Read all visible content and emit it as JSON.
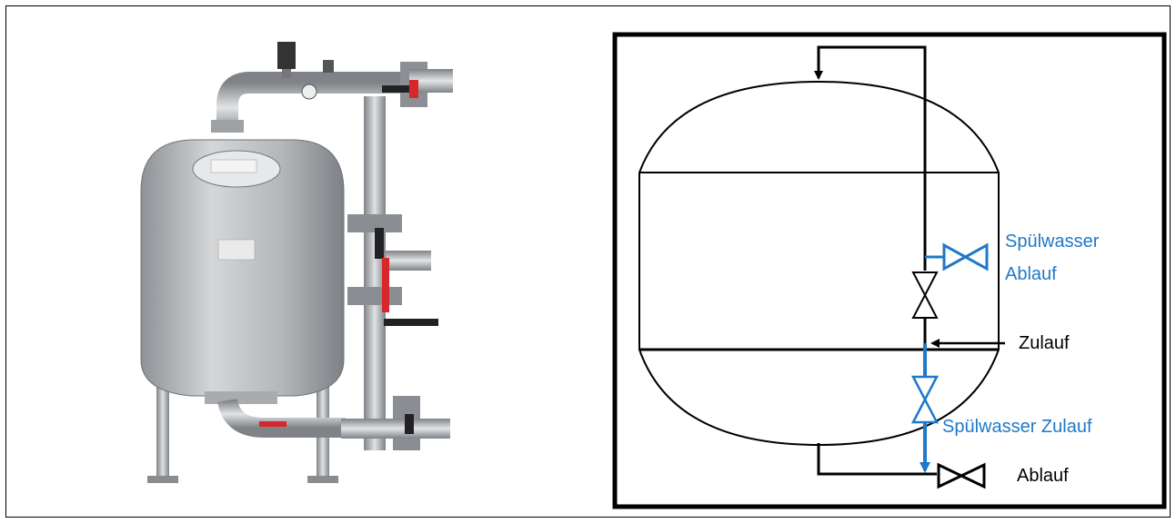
{
  "colors": {
    "flow_blue": "#1f78c8",
    "line_black": "#000000",
    "metal": "#b9bcbf",
    "handle_red": "#d8262b"
  },
  "photo": {
    "subject": "filter-vessel-with-valves"
  },
  "diagram": {
    "labels": {
      "spuelwasser_ablauf_line1": "Spülwasser",
      "spuelwasser_ablauf_line2": "Ablauf",
      "zulauf": "Zulauf",
      "spuelwasser_zulauf": "Spülwasser Zulauf",
      "ablauf": "Ablauf"
    }
  }
}
